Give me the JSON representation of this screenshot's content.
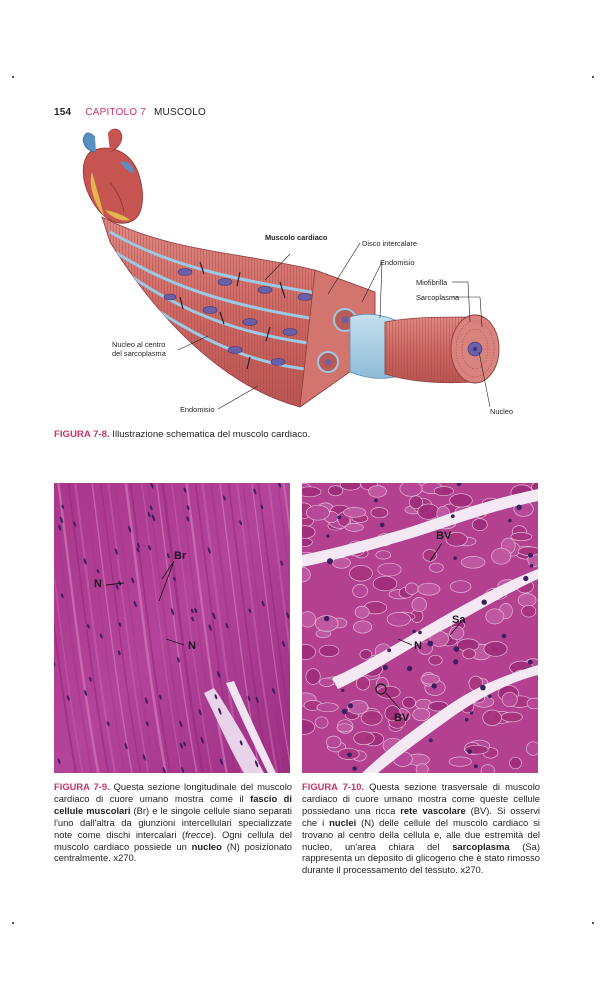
{
  "running_head": {
    "page_number": "154",
    "chapter": "CAPITOLO 7",
    "title": "MUSCOLO"
  },
  "figure_7_8": {
    "labels": {
      "title": "Muscolo cardiaco",
      "disco": "Disco intercalare",
      "endomisio_top": "Endomisio",
      "miofibrilla": "Miofibrilla",
      "sarcoplasma": "Sarcoplasma",
      "nucleo_centro_1": "Nucleo al centro",
      "nucleo_centro_2": "del sarcoplasma",
      "endomisio_bottom": "Endomisio",
      "nucleo": "Nucleo"
    },
    "caption_label": "FIGURA 7-8.",
    "caption_text": "Illustrazione schematica del muscolo cardiaco."
  },
  "figure_7_9": {
    "labels": {
      "br": "Br",
      "n1": "N",
      "n2": "N"
    },
    "caption_label": "FIGURA 7-9.",
    "caption_parts": [
      {
        "t": " Questa sezione longitudinale del muscolo cardiaco di cuore umano mostra come il ",
        "s": "n"
      },
      {
        "t": "fascio di cellule muscolari",
        "s": "b"
      },
      {
        "t": " (Br) e le singole cellule siano separati l'uno dall'altra da giunzioni intercellulari specializzate note come dischi intercalari (",
        "s": "n"
      },
      {
        "t": "frecce",
        "s": "i"
      },
      {
        "t": "). Ogni cellula del muscolo cardiaco possiede un ",
        "s": "n"
      },
      {
        "t": "nucleo",
        "s": "b"
      },
      {
        "t": " (N) posizionato centralmente. x270.",
        "s": "n"
      }
    ]
  },
  "figure_7_10": {
    "labels": {
      "bv1": "BV",
      "sa": "Sa",
      "n": "N",
      "bv2": "BV"
    },
    "caption_label": "FIGURA 7-10.",
    "caption_parts": [
      {
        "t": " Questa sezione trasversale di muscolo cardiaco di cuore umano mostra come queste cellule possiedano una ricca ",
        "s": "n"
      },
      {
        "t": "rete vascolare",
        "s": "b"
      },
      {
        "t": " (BV). Si osservi che i ",
        "s": "n"
      },
      {
        "t": "nuclei",
        "s": "b"
      },
      {
        "t": " (N) delle cellule del muscolo cardiaco si trovano al centro della cellula e, alle due estremità del nucleo, un'area chiara del ",
        "s": "n"
      },
      {
        "t": "sarcoplasma",
        "s": "b"
      },
      {
        "t": " (Sa) rappresenta un deposito di glicogeno che è stato rimosso durante il processamento del tessuto. x270.",
        "s": "n"
      }
    ]
  },
  "colors": {
    "accent": "#c8336e",
    "muscle": "#cf6b66",
    "muscle_dark": "#a84848",
    "connective": "#8fbcd8",
    "nucleus": "#6b5fa8",
    "stain_bg": "#b4418d",
    "stain_nucleus": "#3b1f5e"
  }
}
